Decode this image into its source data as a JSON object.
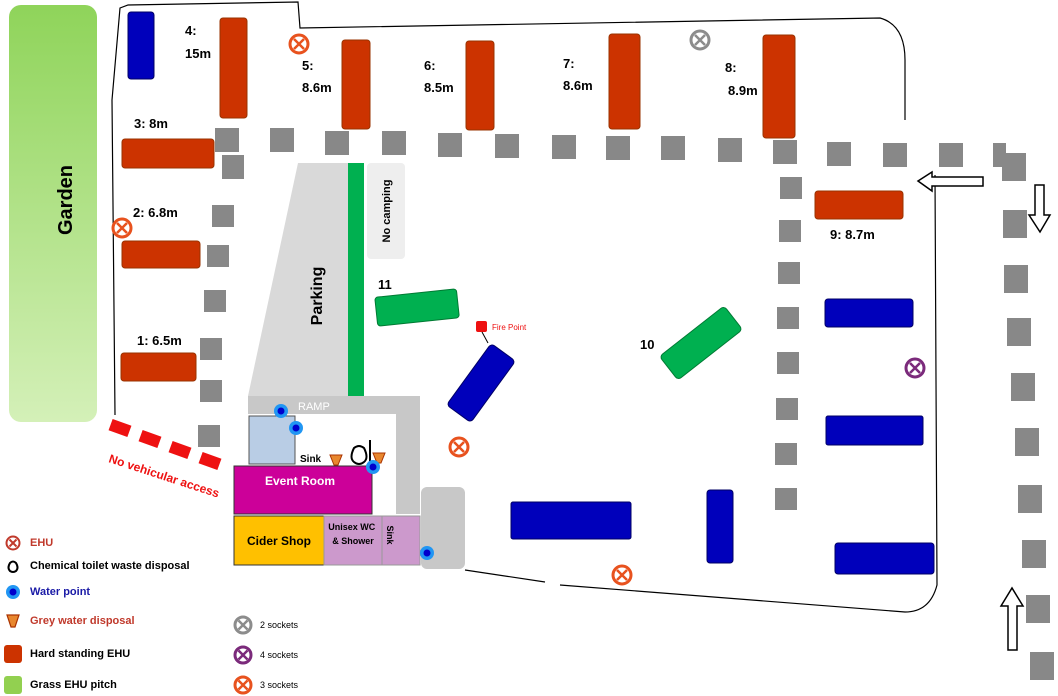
{
  "garden_label": "Garden",
  "parking_label": "Parking",
  "no_camping_label": "No camping",
  "ramp_label": "RAMP",
  "event_room_label": "Event Room",
  "cider_shop_label": "Cider Shop",
  "unisex_wc_label": "Unisex WC & Shower",
  "sink_label_top": "Sink",
  "sink_label_side": "Sink",
  "fire_point_label": "Fire Point",
  "no_vehicular_access_label": "No vehicular access",
  "pitches": [
    {
      "id": "1",
      "label": "1: 6.5m"
    },
    {
      "id": "2",
      "label": "2: 6.8m"
    },
    {
      "id": "3",
      "label": "3: 8m"
    },
    {
      "id": "4",
      "label": "4:\n15m"
    },
    {
      "id": "5",
      "label": "5:\n8.6m"
    },
    {
      "id": "6",
      "label": "6:\n8.5m"
    },
    {
      "id": "7",
      "label": "7:\n8.6m"
    },
    {
      "id": "8",
      "label": "8:\n8.9m"
    },
    {
      "id": "9",
      "label": "9: 8.7m"
    },
    {
      "id": "10",
      "label": "10"
    },
    {
      "id": "11",
      "label": "11"
    }
  ],
  "legend": [
    {
      "label": "EHU",
      "color": "#c0392b",
      "icon": "ehu-icon"
    },
    {
      "label": "Chemical toilet waste disposal",
      "color": "#000000",
      "icon": "chemical-toilet-icon"
    },
    {
      "label": "Water point",
      "color": "#1a1aa6",
      "icon": "water-point-icon"
    },
    {
      "label": "Grey water disposal",
      "color": "#c0392b",
      "icon": "grey-water-icon"
    },
    {
      "label": "Hard standing EHU",
      "color": "#000000",
      "icon": "hard-standing-swatch"
    },
    {
      "label": "Grass EHU pitch",
      "color": "#000000",
      "icon": "grass-swatch"
    }
  ],
  "socket_legend": [
    {
      "label": "2 sockets",
      "color": "#8c8c8c"
    },
    {
      "label": "4 sockets",
      "color": "#7b2a7b"
    },
    {
      "label": "3 sockets",
      "color": "#e8521e"
    }
  ],
  "colors": {
    "hard_standing": "#cc3300",
    "grass_pitch": "#00b050",
    "blue_pitch": "#0000bb",
    "road_dash": "#888888",
    "garden": "#8fd45a",
    "event_room": "#cc0099",
    "cider_shop": "#ffc000",
    "wc": "#cc99cc"
  }
}
